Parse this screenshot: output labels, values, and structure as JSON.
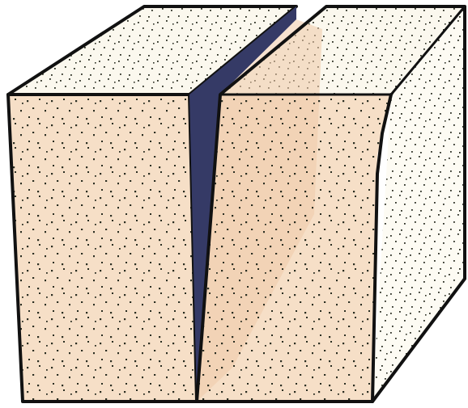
{
  "diagram": {
    "blocks": [
      {
        "id": "left-block",
        "faces": [
          "front",
          "top"
        ]
      },
      {
        "id": "right-block",
        "faces": [
          "front",
          "top",
          "side",
          "fault-plane"
        ]
      }
    ],
    "gap": {
      "id": "fault-gap"
    }
  },
  "colors": {
    "background": "#ffffff",
    "front_face": "#f6dfc7",
    "top_face": "#fbf8ee",
    "side_face": "#fdfbf3",
    "fault_plane": "#efc8a8",
    "gap": "#353a66",
    "outline": "#111111",
    "speckle": "#2b2e22"
  }
}
